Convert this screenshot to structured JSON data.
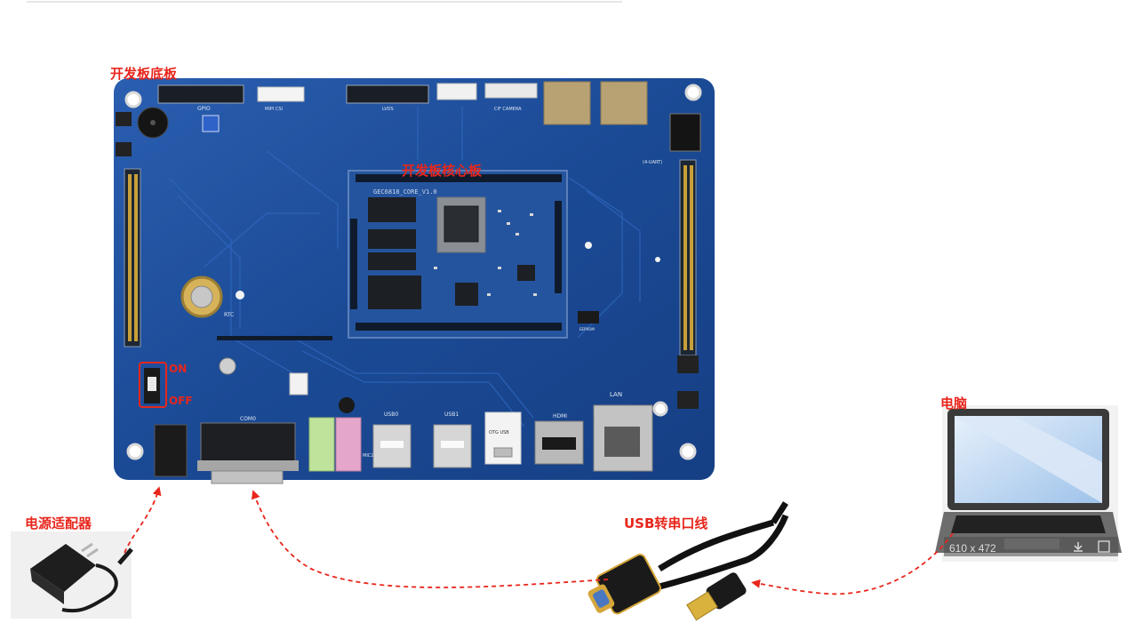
{
  "labels": {
    "baseboard": "开发板底板",
    "core_board": "开发板核心板",
    "power_adapter": "电源适配器",
    "usb_serial_cable": "USB转串口线",
    "computer": "电脑",
    "switch_on": "ON",
    "switch_off": "OFF"
  },
  "silkscreen": {
    "core_id": "GEC6818_CORE_V1.0",
    "com": "COM0",
    "usb0": "USB0",
    "usb1": "USB1",
    "otg": "OTG USB",
    "hdmi": "HDMI",
    "lan": "LAN",
    "rtc": "RTC",
    "gpio": "GPIO",
    "lvds": "LVDS",
    "camera": "CIF CAMERA",
    "mipi": "MIPI CSI",
    "mic": "MIC2",
    "uart": "(4-UART)",
    "eeprom": "EEPROM"
  },
  "thumbnail_badge": "610 x 472",
  "colors": {
    "label_red": "#e8261c",
    "board_blue": "#1d4f9c",
    "arrow_red": "#e8261c"
  }
}
